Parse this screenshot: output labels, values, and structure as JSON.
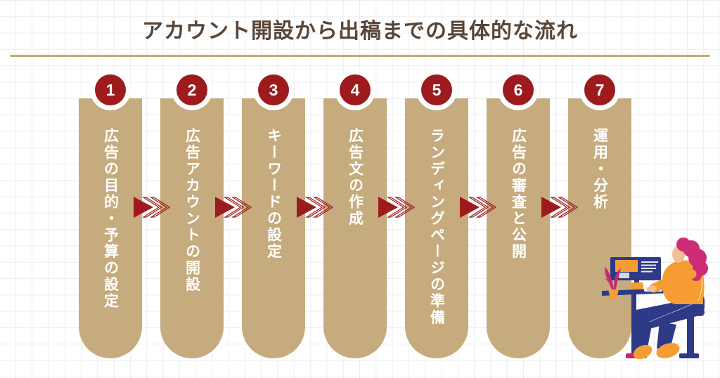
{
  "header": {
    "title": "アカウント開設から出稿までの具体的な流れ"
  },
  "steps": [
    {
      "number": "1",
      "label": "広告の目的・予算の設定"
    },
    {
      "number": "2",
      "label": "広告アカウントの開設"
    },
    {
      "number": "3",
      "label": "キーワードの設定"
    },
    {
      "number": "4",
      "label": "広告文の作成"
    },
    {
      "number": "5",
      "label": "ランディングページの準備"
    },
    {
      "number": "6",
      "label": "広告の審査と公開"
    },
    {
      "number": "7",
      "label": "運用・分析"
    }
  ],
  "colors": {
    "column_tan": "#C5AB7D",
    "badge_red": "#9E1B1D",
    "arrow_red": "#9E1B1D",
    "title_brown": "#594537",
    "divider_gold": "#C8A76F",
    "label_white": "#FFFFFF",
    "grid_line": "#EDEDED",
    "illustration_navy": "#2E3A88",
    "illustration_orange": "#F59D33",
    "illustration_magenta": "#CE2B76",
    "illustration_skin": "#F2C094"
  },
  "illustration": {
    "description": "woman working at a computer desk"
  }
}
